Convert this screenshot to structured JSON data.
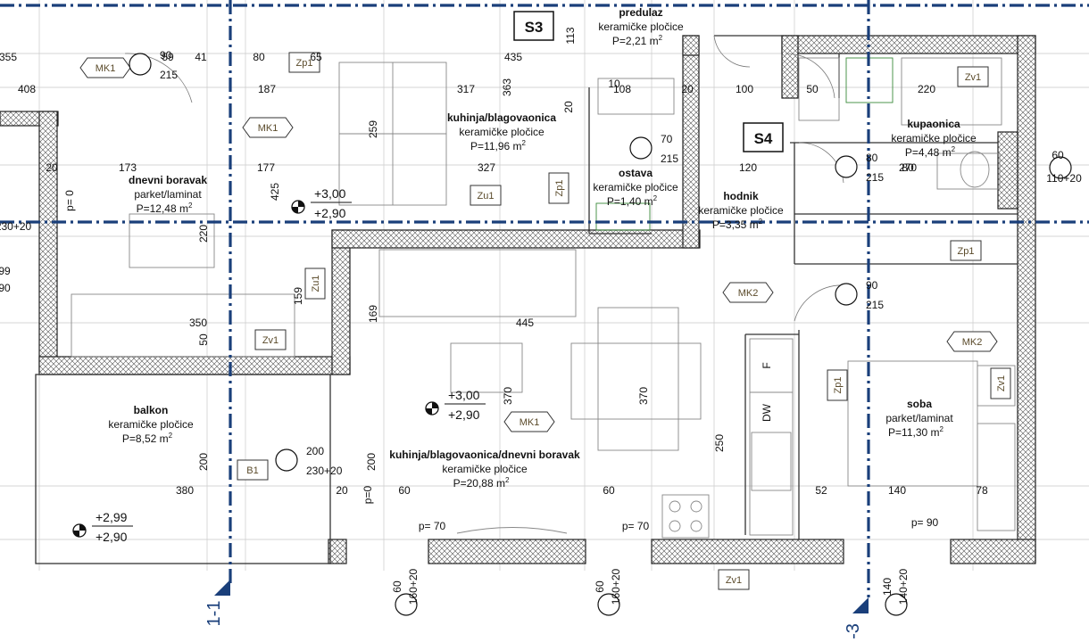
{
  "rooms": [
    {
      "name": "dnevni boravak",
      "floor": "parket/laminat",
      "area": "P=12,48 m"
    },
    {
      "name": "kuhinja/blagovaonica",
      "floor": "keramičke pločice",
      "area": "P=11,96 m"
    },
    {
      "name": "predulaz",
      "floor": "keramičke pločice",
      "area": "P=2,21 m"
    },
    {
      "name": "ostava",
      "floor": "keramičke pločice",
      "area": "P=1,40 m"
    },
    {
      "name": "hodnik",
      "floor": "keramičke pločice",
      "area": "P=3,35 m"
    },
    {
      "name": "kupaonica",
      "floor": "keramičke pločice",
      "area": "P=4,48 m"
    },
    {
      "name": "balkon",
      "floor": "keramičke pločice",
      "area": "P=8,52 m"
    },
    {
      "name": "kuhinja/blagovaonica/dnevni boravak",
      "floor": "keramičke pločice",
      "area": "P=20,88 m"
    },
    {
      "name": "soba",
      "floor": "parket/laminat",
      "area": "P=11,30 m"
    }
  ],
  "area_exp": "2",
  "unit_tags": [
    "S3",
    "S4"
  ],
  "tags": [
    "MK1",
    "Zp1",
    "MK1",
    "Zu1",
    "Zp1",
    "Zv1",
    "Zv1",
    "B1",
    "MK1",
    "MK2",
    "Zp1",
    "Zv1",
    "Zp1",
    "MK2",
    "Zv1",
    "Zu1"
  ],
  "levels": [
    {
      "top": "+3,00",
      "bottom": "+2,90"
    },
    {
      "top": "+3,00",
      "bottom": "+2,90"
    },
    {
      "top": "+2,99",
      "bottom": "+2,90"
    }
  ],
  "door_marks": [
    {
      "w": "90",
      "h": "215"
    },
    {
      "w": "70",
      "h": "215"
    },
    {
      "w": "80",
      "h": "215"
    },
    {
      "w": "90",
      "h": "215"
    },
    {
      "w": "200",
      "h": "230+20"
    }
  ],
  "window_marks": [
    {
      "w": "60",
      "h": "160+20"
    },
    {
      "w": "60",
      "h": "160+20"
    },
    {
      "w": "140",
      "h": "140+20"
    },
    {
      "w": "60",
      "h": "110+20"
    }
  ],
  "sills": [
    "p= 0",
    "p=0",
    "p= 70",
    "p= 70",
    "p= 90"
  ],
  "axes": [
    "1-1",
    "-3"
  ],
  "dims": [
    "355",
    "59",
    "41",
    "80",
    "65",
    "435",
    "113",
    "408",
    "187",
    "317",
    "363",
    "108",
    "10",
    "100",
    "50",
    "220",
    "173",
    "177",
    "327",
    "120",
    "80",
    "270",
    "425",
    "259",
    "220",
    "159",
    "169",
    "445",
    "370",
    "370",
    "350",
    "50",
    "250",
    "60",
    "60",
    "52",
    "140",
    "78",
    "380",
    "200",
    "200",
    "20",
    "20",
    "20",
    "20",
    "230+20",
    "99",
    "90"
  ],
  "appliances": [
    "F",
    "DW"
  ]
}
